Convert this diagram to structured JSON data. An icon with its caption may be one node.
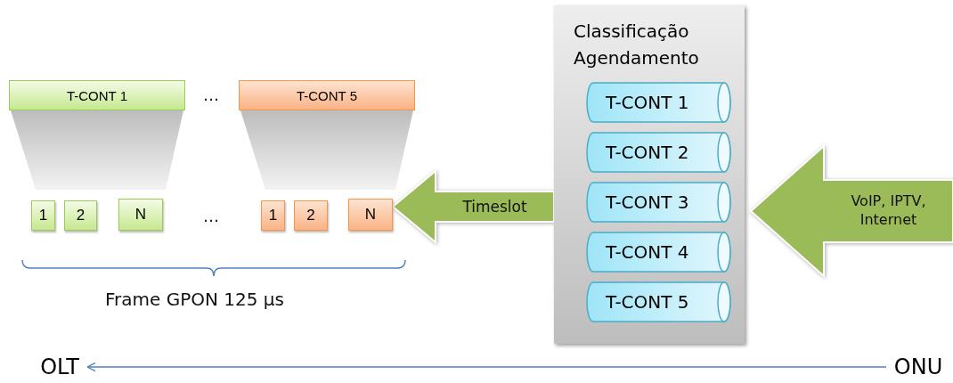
{
  "diagram": {
    "nodes": [
      {
        "text": [
          "T-CONT 1"
        ]
      },
      {
        "text": [
          "T-CONT 5"
        ]
      },
      {
        "text": [
          "1"
        ]
      },
      {
        "text": [
          "2"
        ]
      },
      {
        "text": [
          "N"
        ]
      },
      {
        "text": [
          "1"
        ]
      },
      {
        "text": [
          "2"
        ]
      },
      {
        "text": [
          "N"
        ]
      },
      {
        "text": [
          "Classificação",
          "Agendamento"
        ]
      },
      {
        "text": [
          "T-CONT 1"
        ],
        "in": 8
      },
      {
        "text": [
          "T-CONT 2"
        ],
        "in": 8
      },
      {
        "text": [
          "T-CONT 3"
        ],
        "in": 8
      },
      {
        "text": [
          "T-CONT 4"
        ],
        "in": 8
      },
      {
        "text": [
          "T-CONT 5"
        ],
        "in": 8
      },
      {
        "text": [
          "OLT"
        ]
      },
      {
        "text": [
          "ONU"
        ]
      },
      {
        "text": [],
        "shape": "trapezoid"
      },
      {
        "text": [],
        "shape": "trapezoid"
      }
    ],
    "edges": [
      {
        "from": 8,
        "to": 7,
        "arrow": "to",
        "label": "Timeslot",
        "style": "thick",
        "color": "#9bbb59"
      },
      {
        "from": null,
        "to": 8,
        "arrow": "to",
        "label": "VoIP, IPTV, Internet",
        "style": "thick",
        "color": "#9bbb59"
      },
      {
        "from": 15,
        "to": 14,
        "arrow": "to",
        "color": "#4f81bd"
      }
    ],
    "labels": [
      "…",
      "…",
      "Frame GPON 125 µs"
    ]
  }
}
